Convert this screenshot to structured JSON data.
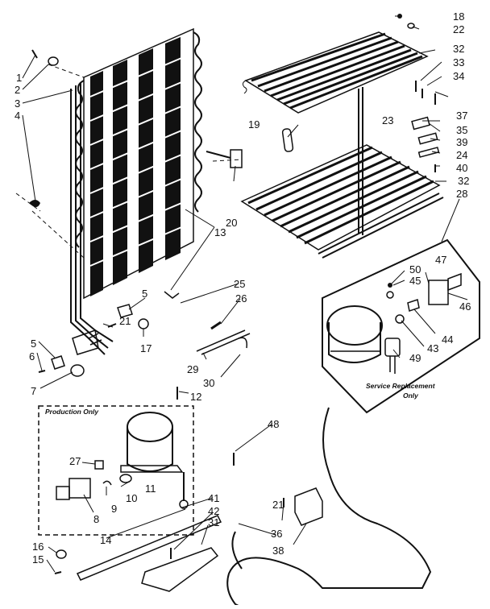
{
  "diagram": {
    "callouts": [
      "1",
      "2",
      "3",
      "4",
      "5",
      "5",
      "6",
      "7",
      "8",
      "9",
      "10",
      "11",
      "12",
      "13",
      "14",
      "15",
      "16",
      "17",
      "18",
      "19",
      "20",
      "21",
      "21",
      "22",
      "23",
      "24",
      "25",
      "26",
      "27",
      "28",
      "29",
      "30",
      "31",
      "32",
      "32",
      "33",
      "34",
      "35",
      "36",
      "37",
      "38",
      "39",
      "40",
      "41",
      "42",
      "43",
      "44",
      "45",
      "46",
      "47",
      "48",
      "49",
      "50"
    ],
    "box_labels": {
      "production_only": "Production Only",
      "service_replacement": "Service Replacement",
      "service_replacement_only": "Only"
    }
  }
}
